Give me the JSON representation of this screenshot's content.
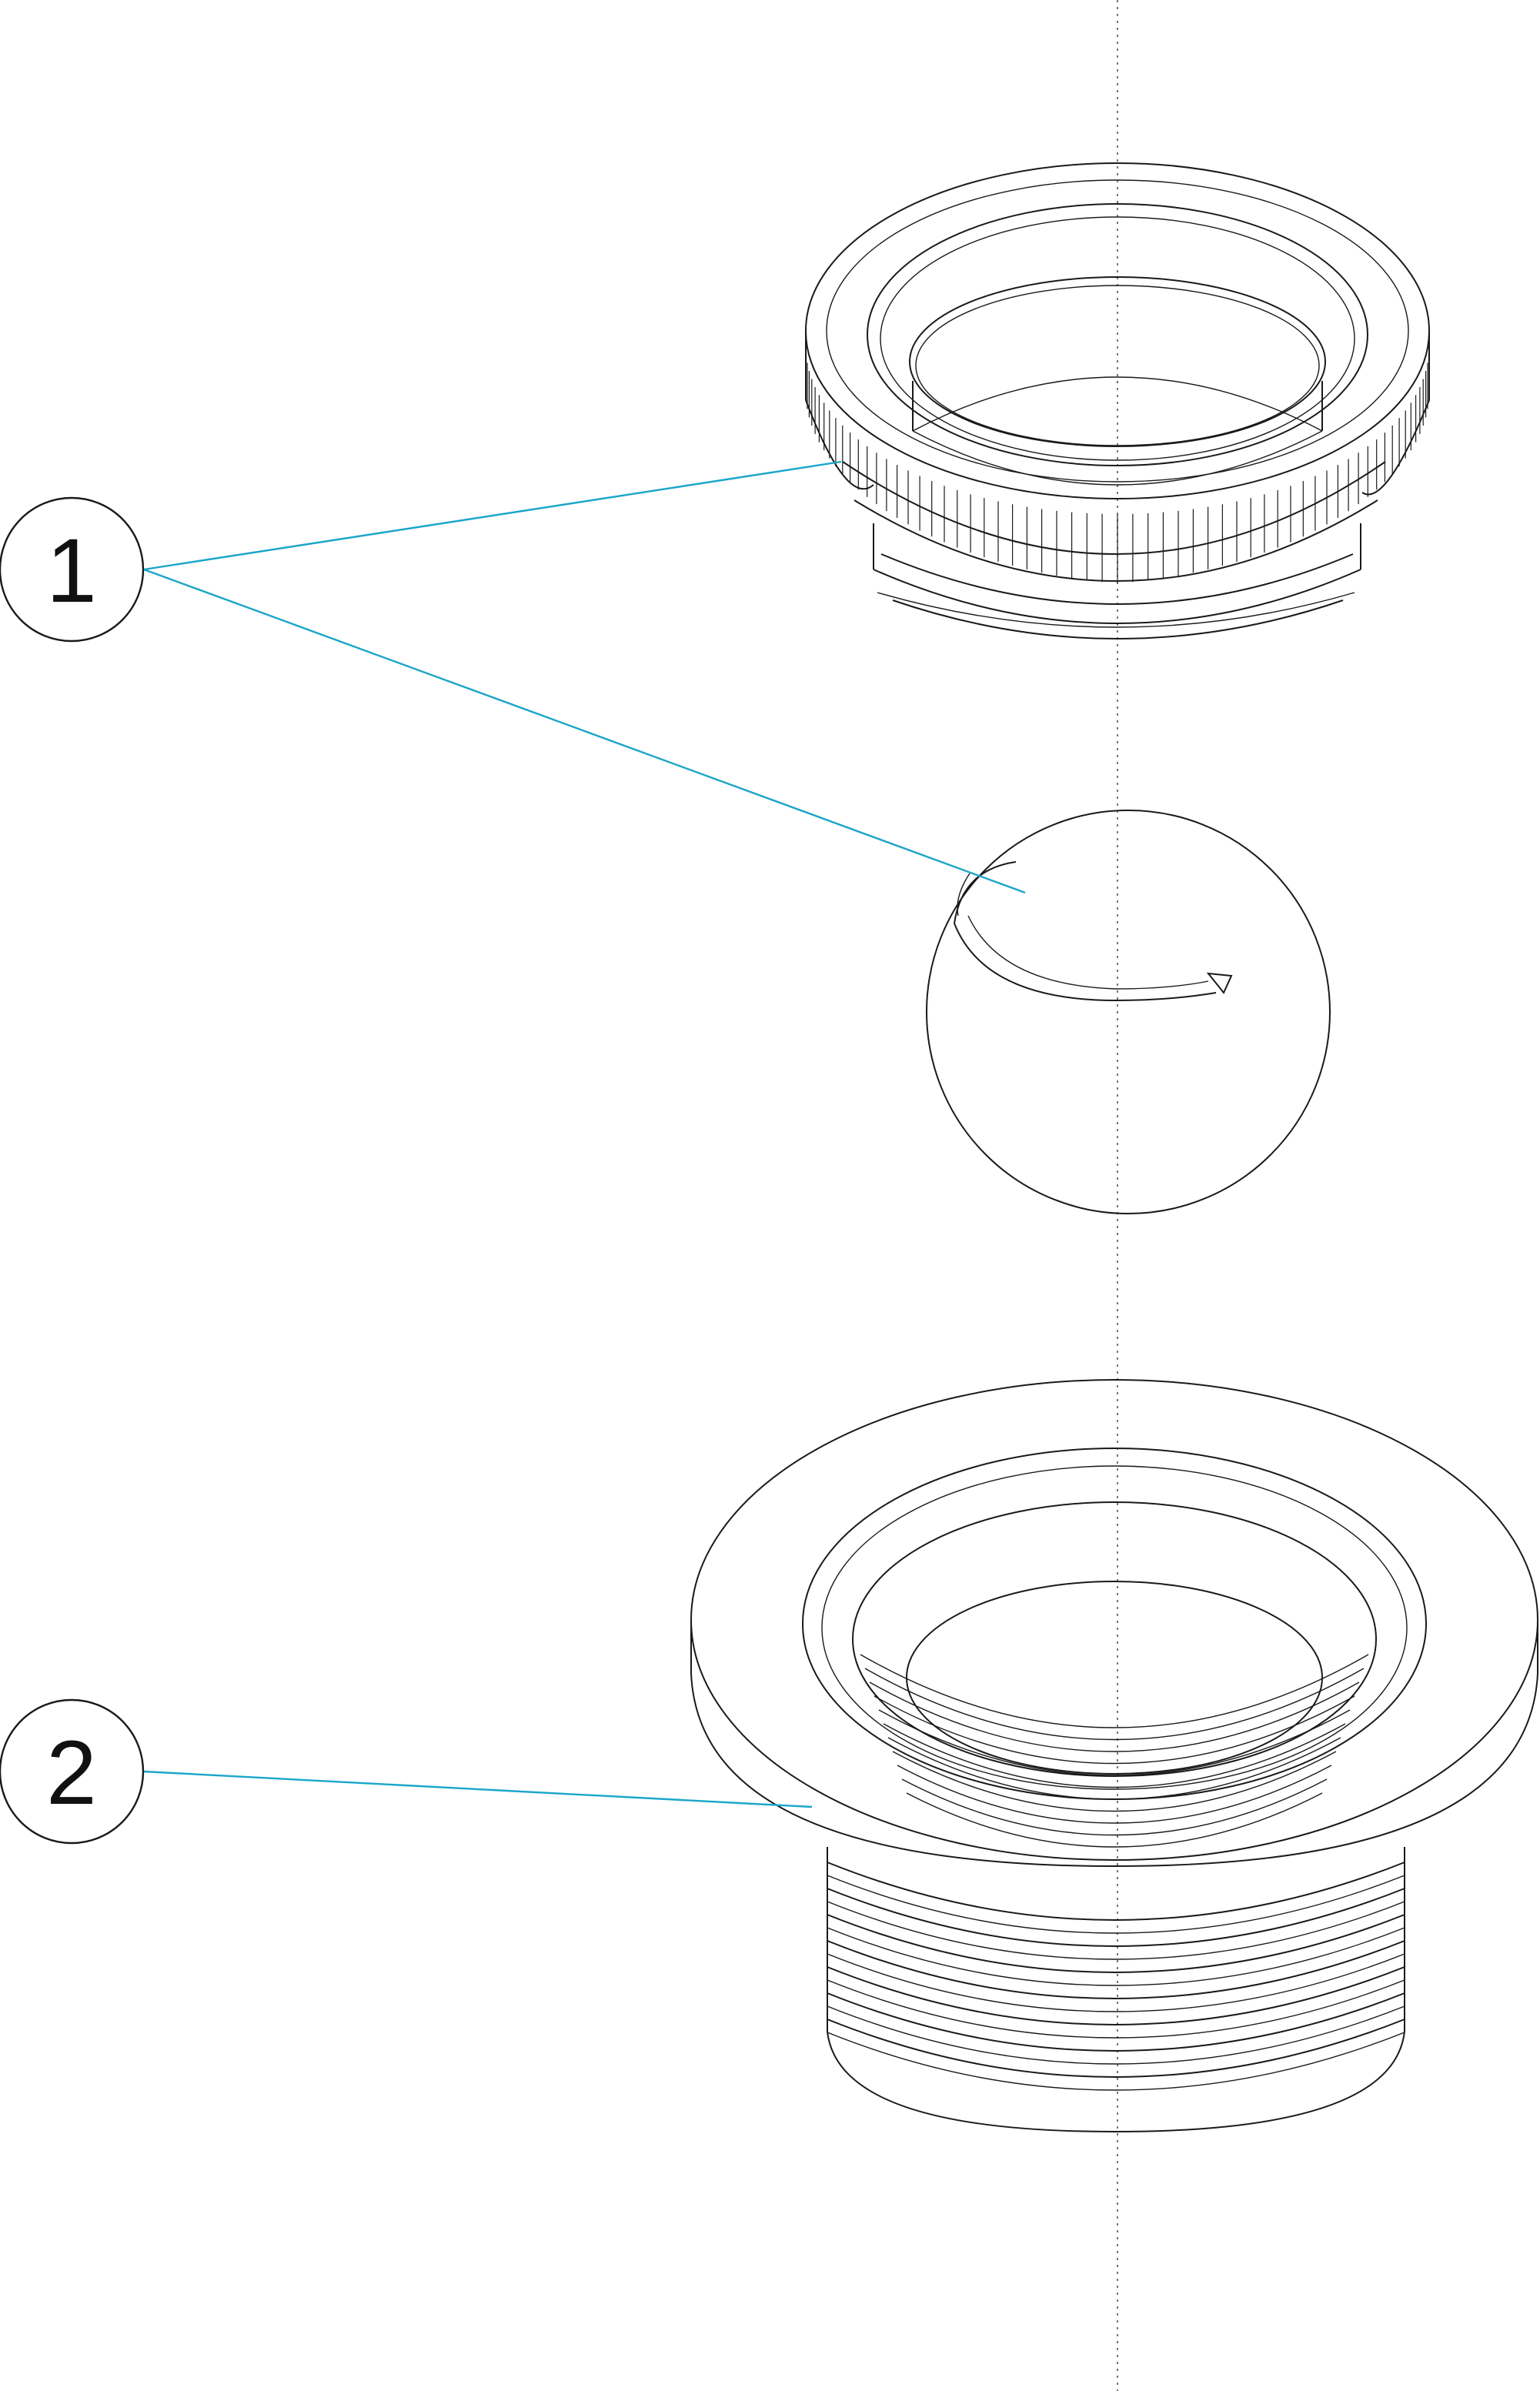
{
  "diagram": {
    "callouts": [
      {
        "id": "callout-1",
        "label": "1"
      },
      {
        "id": "callout-2",
        "label": "2"
      }
    ],
    "colors": {
      "leader_line": "#1aa6c9",
      "outline": "#1a1a1a",
      "center_axis": "#555555",
      "background": "#ffffff"
    }
  }
}
